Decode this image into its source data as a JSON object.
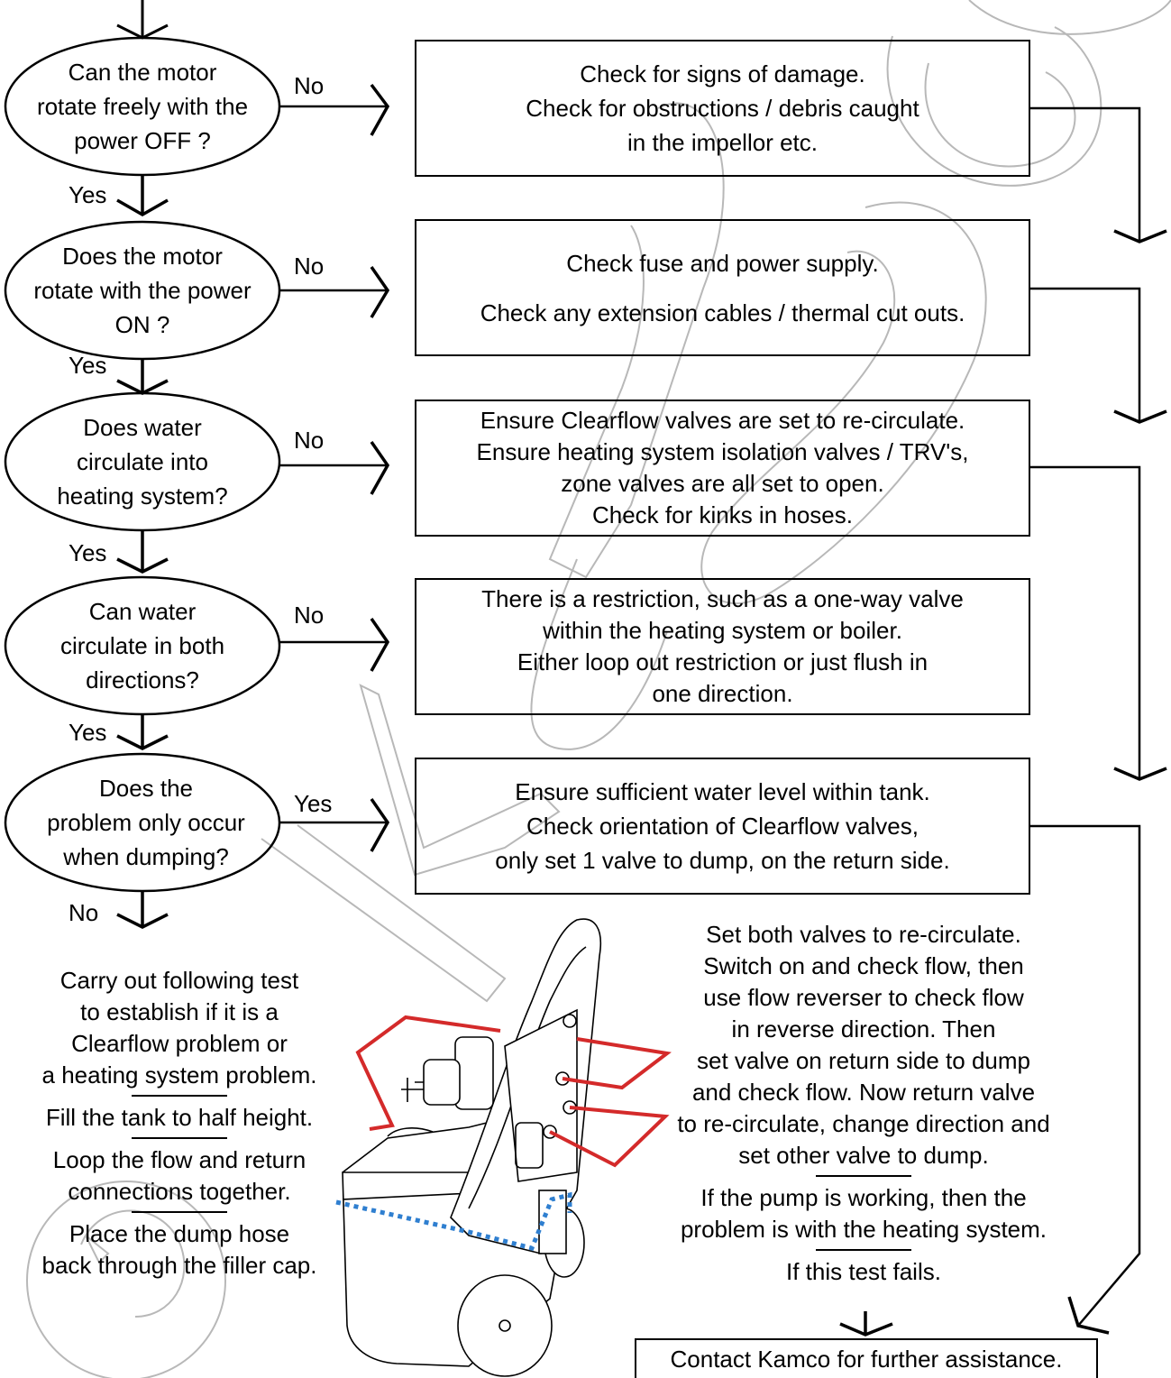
{
  "questions": [
    {
      "lines": [
        "Can the motor",
        "rotate freely with the",
        "power OFF ?"
      ],
      "no_label": "No",
      "next_label": "Yes"
    },
    {
      "lines": [
        "Does the motor",
        "rotate with the power",
        "ON ?"
      ],
      "no_label": "No",
      "next_label": "Yes"
    },
    {
      "lines": [
        "Does water",
        "circulate into",
        "heating system?"
      ],
      "no_label": "No",
      "next_label": "Yes"
    },
    {
      "lines": [
        "Can water",
        "circulate in both",
        "directions?"
      ],
      "no_label": "No",
      "next_label": "Yes"
    },
    {
      "lines": [
        "Does the",
        "problem only occur",
        "when dumping?"
      ],
      "no_label": "Yes",
      "next_label": "No"
    }
  ],
  "actions": [
    {
      "lines": [
        "Check for signs of damage.",
        "Check for obstructions / debris caught",
        "in the impellor etc."
      ]
    },
    {
      "lines": [
        "Check fuse and power supply.",
        "Check any extension cables / thermal cut outs."
      ]
    },
    {
      "lines": [
        "Ensure Clearflow valves are set to re-circulate.",
        "Ensure heating system isolation valves / TRV's,",
        "zone valves are all set to open.",
        "Check for kinks in hoses."
      ]
    },
    {
      "lines": [
        "There is a restriction, such as a one-way valve",
        "within the heating system or boiler.",
        "Either loop out restriction or just flush in",
        "one direction."
      ]
    },
    {
      "lines": [
        "Ensure sufficient water level within tank.",
        "Check orientation of Clearflow valves,",
        "only set 1 valve to dump, on the return side."
      ]
    }
  ],
  "left_test": {
    "intro": [
      "Carry out following test",
      "to establish if it is a",
      "Clearflow problem or",
      "a heating system problem."
    ],
    "step1": "Fill the tank to half height.",
    "step2": [
      "Loop the flow and return",
      "connections together."
    ],
    "step3": [
      "Place the dump hose",
      "back through the filler cap."
    ]
  },
  "right_test": {
    "para1": [
      "Set both valves to re-circulate.",
      "Switch on and check flow, then",
      "use flow reverser to check flow",
      "in reverse direction. Then",
      "set valve on return side to dump",
      "and check flow. Now return valve",
      "to re-circulate, change direction and",
      "set other valve to dump."
    ],
    "para2": [
      "If the pump is working, then the",
      "problem is with the heating system."
    ],
    "para3": "If this test fails."
  },
  "final_box": "Contact Kamco for further assistance.",
  "colors": {
    "line": "#000000",
    "red_marker": "#d42a2a",
    "blue_dotted": "#2f7fd0",
    "watermark": "#b8b8b8"
  }
}
